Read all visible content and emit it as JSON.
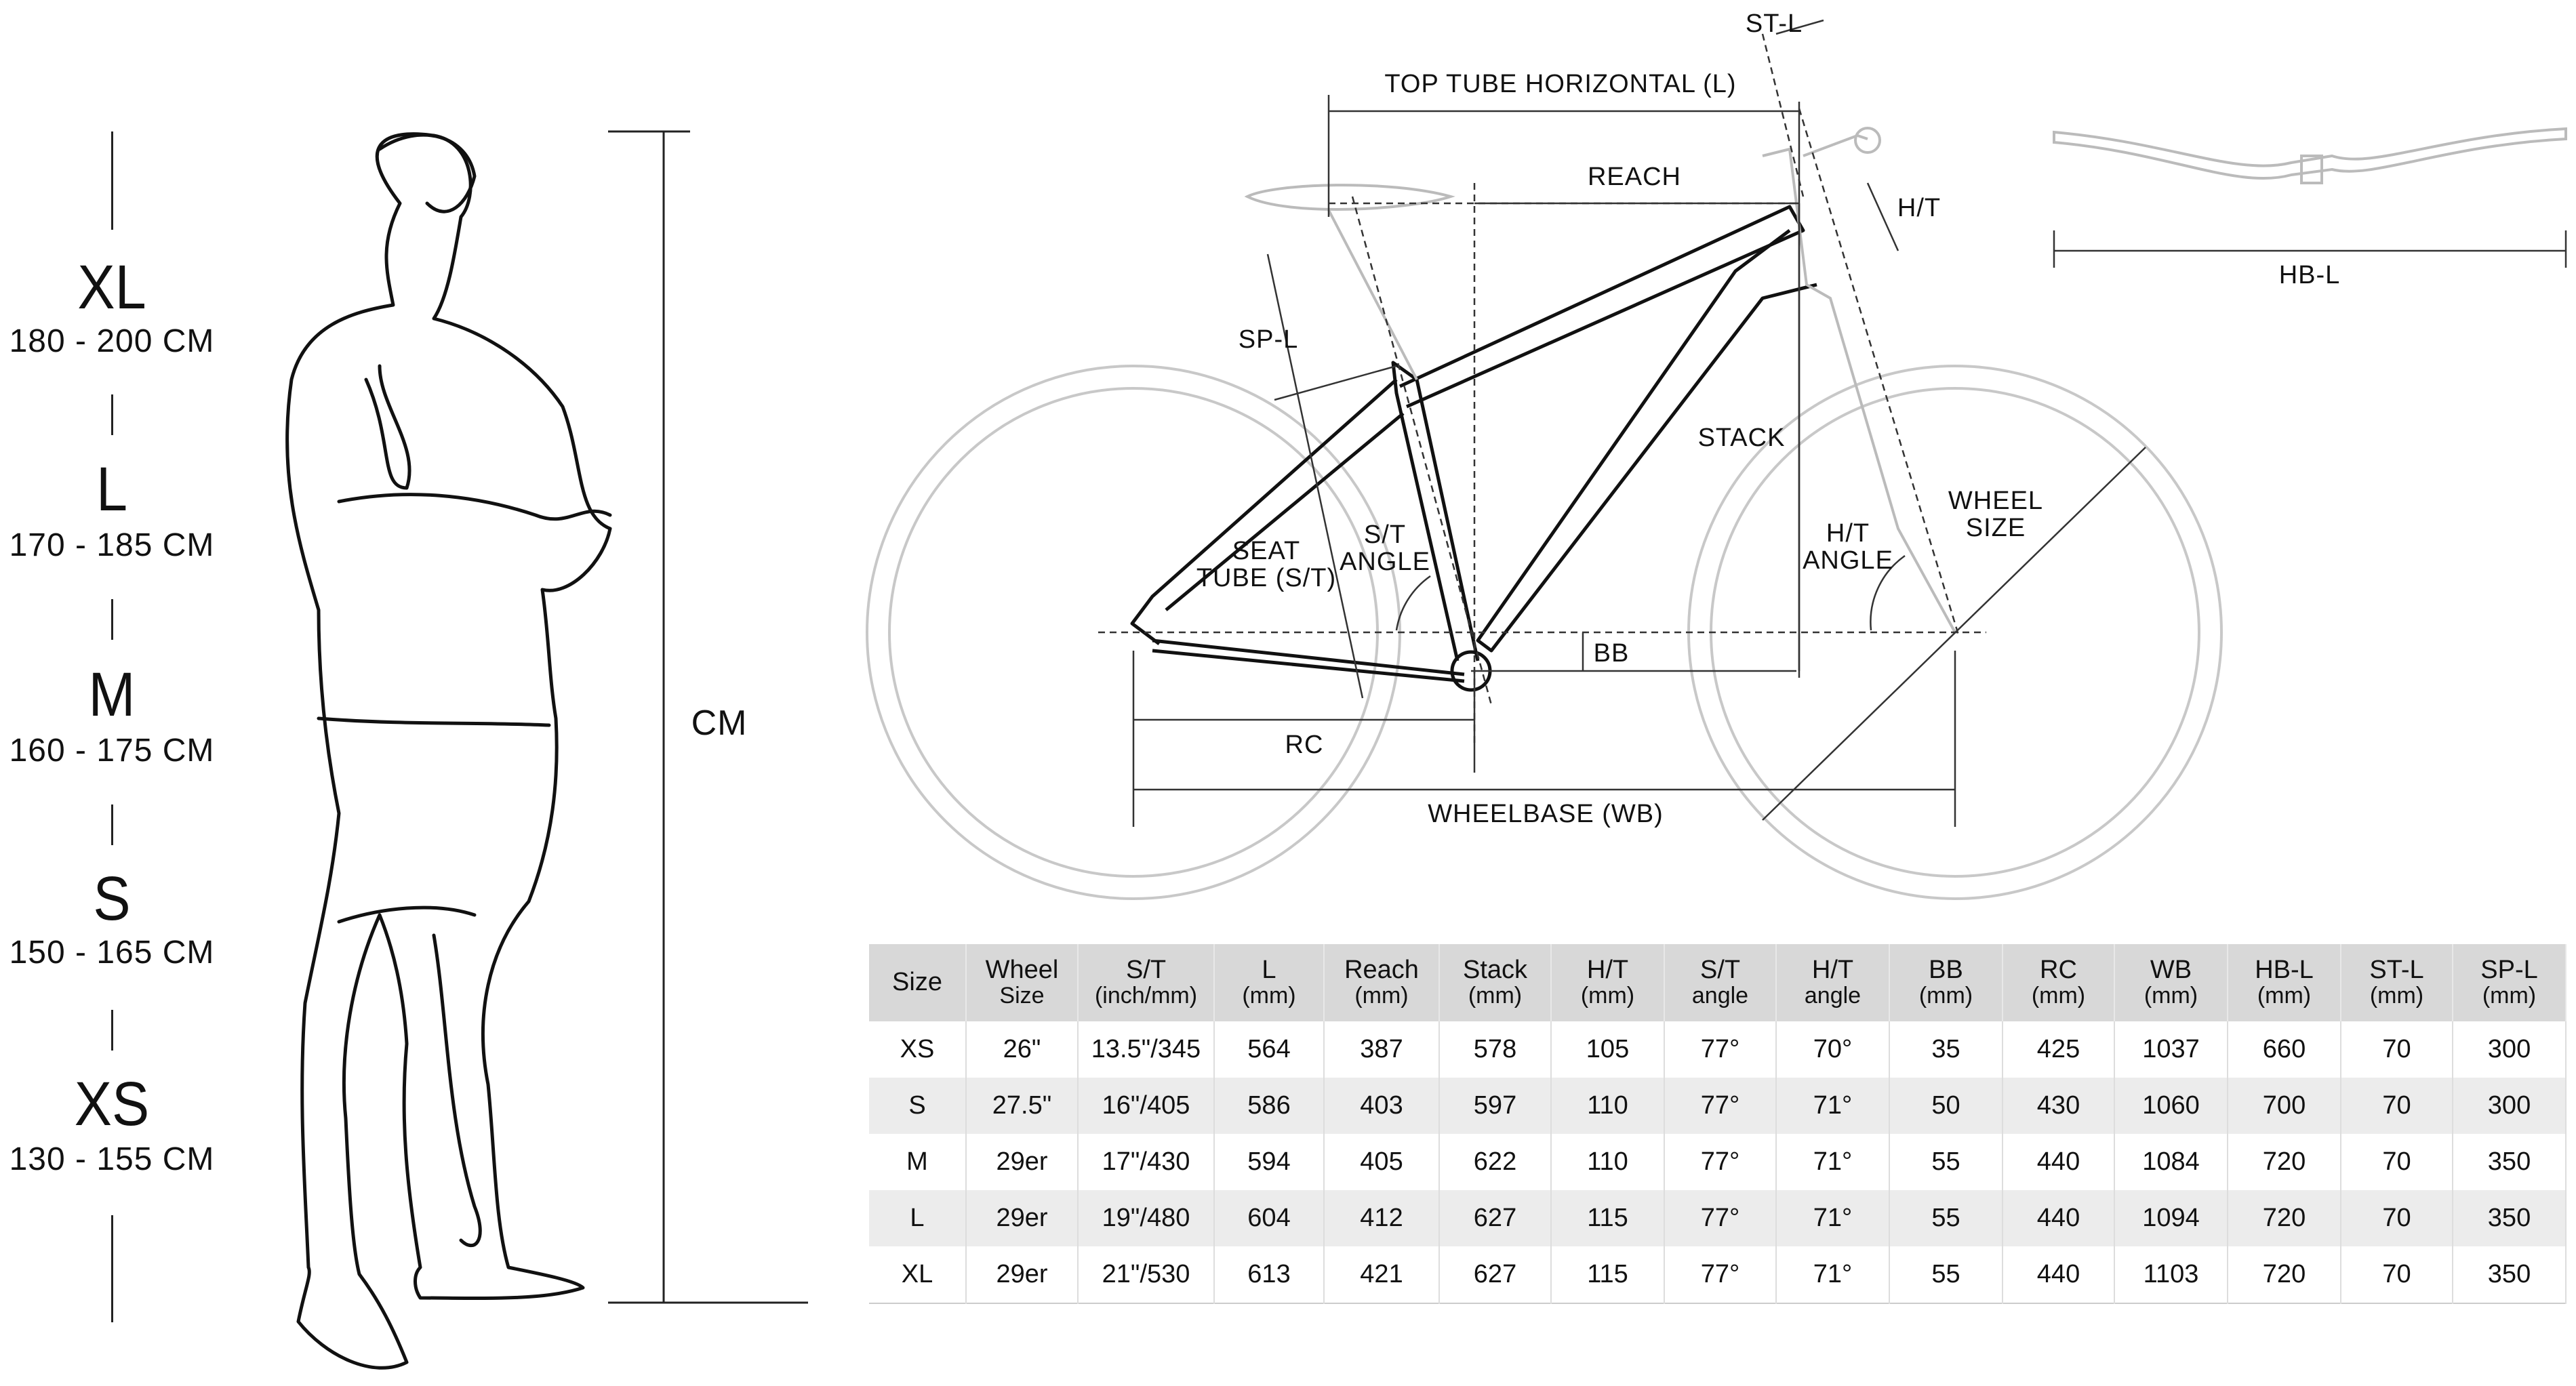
{
  "rider_sizes": [
    {
      "size": "XL",
      "range": "180 - 200 CM"
    },
    {
      "size": "L",
      "range": "170 - 185 CM"
    },
    {
      "size": "M",
      "range": "160 - 175 CM"
    },
    {
      "size": "S",
      "range": "150 - 165 CM"
    },
    {
      "size": "XS",
      "range": "130 - 155 CM"
    }
  ],
  "height_label": "CM",
  "diagram_labels": {
    "st_l": "ST-L",
    "top_tube": "TOP TUBE HORIZONTAL (L)",
    "reach": "REACH",
    "ht": "H/T",
    "hb_l": "HB-L",
    "sp_l": "SP-L",
    "stack": "STACK",
    "wheel_size_1": "WHEEL",
    "wheel_size_2": "SIZE",
    "ht_angle_1": "H/T",
    "ht_angle_2": "ANGLE",
    "st_angle_1": "S/T",
    "st_angle_2": "ANGLE",
    "seat_tube_1": "SEAT",
    "seat_tube_2": "TUBE (S/T)",
    "bb": "BB",
    "rc": "RC",
    "wheelbase": "WHEELBASE (WB)"
  },
  "table": {
    "headers": [
      {
        "top": "Size",
        "unit": ""
      },
      {
        "top": "Wheel",
        "unit": "Size"
      },
      {
        "top": "S/T",
        "unit": "(inch/mm)"
      },
      {
        "top": "L",
        "unit": "(mm)"
      },
      {
        "top": "Reach",
        "unit": "(mm)"
      },
      {
        "top": "Stack",
        "unit": "(mm)"
      },
      {
        "top": "H/T",
        "unit": "(mm)"
      },
      {
        "top": "S/T",
        "unit": "angle"
      },
      {
        "top": "H/T",
        "unit": "angle"
      },
      {
        "top": "BB",
        "unit": "(mm)"
      },
      {
        "top": "RC",
        "unit": "(mm)"
      },
      {
        "top": "WB",
        "unit": "(mm)"
      },
      {
        "top": "HB-L",
        "unit": "(mm)"
      },
      {
        "top": "ST-L",
        "unit": "(mm)"
      },
      {
        "top": "SP-L",
        "unit": "(mm)"
      }
    ],
    "rows": [
      [
        "XS",
        "26\"",
        "13.5\"/345",
        "564",
        "387",
        "578",
        "105",
        "77°",
        "70°",
        "35",
        "425",
        "1037",
        "660",
        "70",
        "300"
      ],
      [
        "S",
        "27.5\"",
        "16\"/405",
        "586",
        "403",
        "597",
        "110",
        "77°",
        "71°",
        "50",
        "430",
        "1060",
        "700",
        "70",
        "300"
      ],
      [
        "M",
        "29er",
        "17\"/430",
        "594",
        "405",
        "622",
        "110",
        "77°",
        "71°",
        "55",
        "440",
        "1084",
        "720",
        "70",
        "350"
      ],
      [
        "L",
        "29er",
        "19\"/480",
        "604",
        "412",
        "627",
        "115",
        "77°",
        "71°",
        "55",
        "440",
        "1094",
        "720",
        "70",
        "350"
      ],
      [
        "XL",
        "29er",
        "21\"/530",
        "613",
        "421",
        "627",
        "115",
        "77°",
        "71°",
        "55",
        "440",
        "1103",
        "720",
        "70",
        "350"
      ]
    ]
  }
}
